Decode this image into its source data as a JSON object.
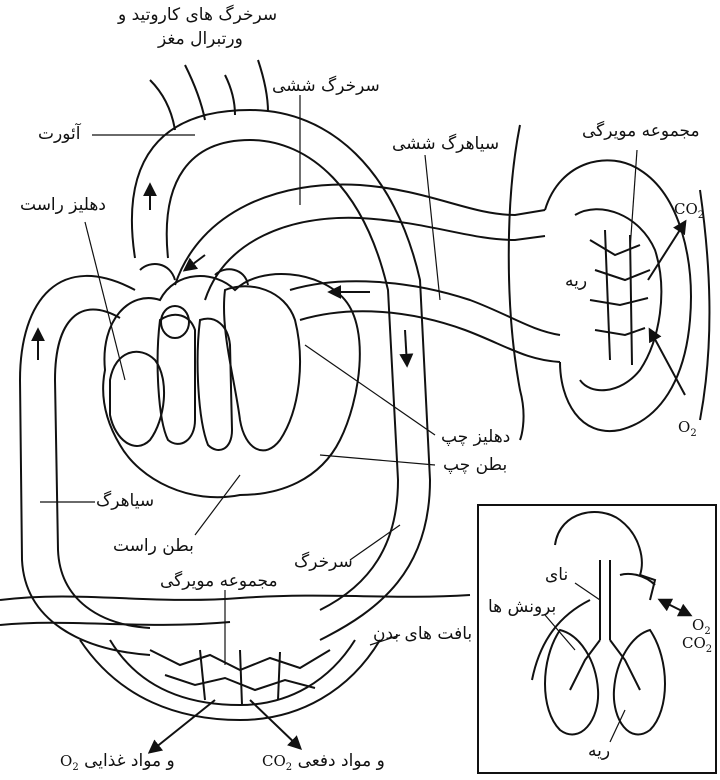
{
  "labels": {
    "carotid_line1": "سرخرگ های کاروتید و",
    "carotid_line2": "ورتبرال مغز",
    "pulmonary_artery": "سرخرگ ششی",
    "aorta": "آئورت",
    "pulmonary_vein": "سیاهرگ ششی",
    "lung_capillaries": "مجموعه مویرگی",
    "right_atrium": "دهلیز راست",
    "lung": "ریه",
    "left_atrium": "دهلیز چپ",
    "left_ventricle": "بطن چپ",
    "vein": "سیاهرگ",
    "right_ventricle": "بطن راست",
    "artery": "سرخرگ",
    "body_capillaries": "مجموعه مویرگی",
    "body_tissues": "بافت های بدن",
    "o2_nutrients_text": "و مواد غذایی",
    "co2_wastes_text": "و مواد دفعی",
    "trachea": "نای",
    "bronchi": "برونش ها",
    "inset_lung": "ریه"
  },
  "chem": {
    "co2_base": "CO",
    "o2_base": "O",
    "subscript": "2"
  }
}
